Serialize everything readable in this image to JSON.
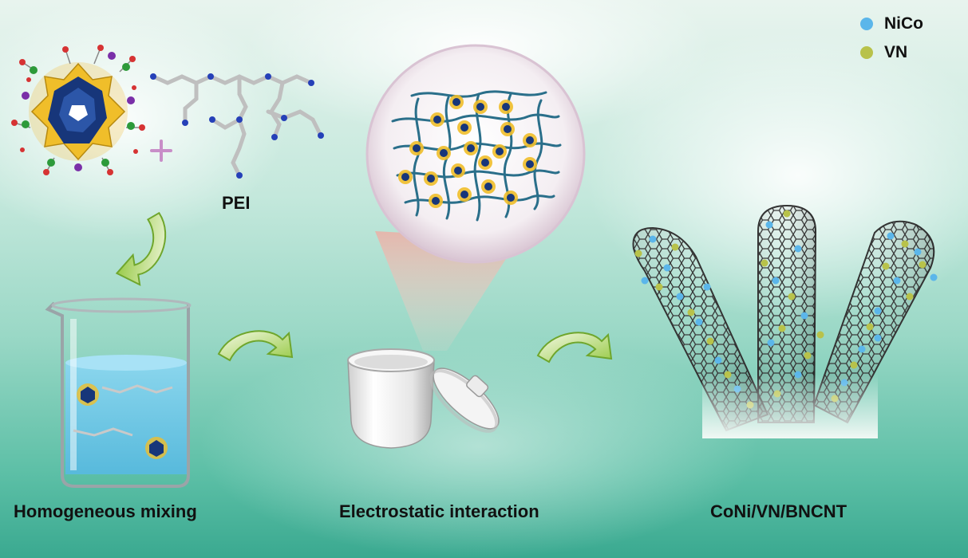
{
  "legend": [
    {
      "label": "NiCo",
      "color": "#5bb6ea"
    },
    {
      "label": "VN",
      "color": "#b8c24a"
    }
  ],
  "labels": {
    "pei": "PEI",
    "step1": "Homogeneous mixing",
    "step2": "Electrostatic interaction",
    "step3": "CoNi/VN/BNCNT"
  },
  "colors": {
    "arrow": "#8dc43f",
    "plus": "#c88ec8",
    "water": "#7fd0f0",
    "nanotube": "#3a3a3a"
  }
}
